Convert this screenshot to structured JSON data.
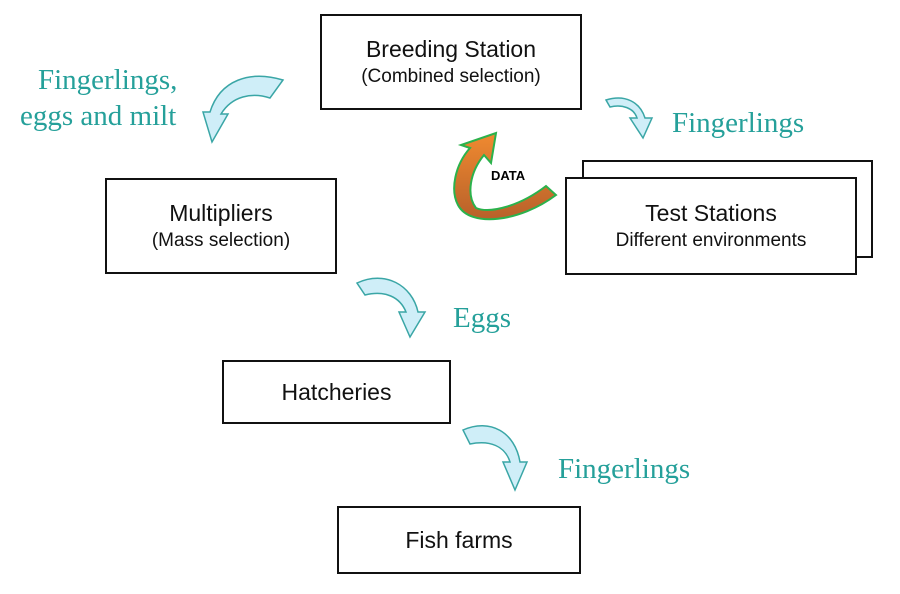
{
  "nodes": {
    "breeding": {
      "title": "Breeding Station",
      "subtitle": "(Combined selection)"
    },
    "multipliers": {
      "title": "Multipliers",
      "subtitle": "(Mass selection)"
    },
    "test": {
      "title": "Test Stations",
      "subtitle": "Different environments"
    },
    "hatcheries": {
      "title": "Hatcheries"
    },
    "farms": {
      "title": "Fish farms"
    }
  },
  "flows": {
    "breeding_to_multipliers": [
      "Fingerlings,",
      "eggs and milt"
    ],
    "breeding_to_test": "Fingerlings",
    "test_to_breeding": "DATA",
    "multipliers_to_hatcheries": "Eggs",
    "hatcheries_to_farms": "Fingerlings"
  },
  "colors": {
    "flow_label": "#25a09a",
    "arrow_fill": "#cfeef8",
    "data_arrow": "#e8822f"
  }
}
